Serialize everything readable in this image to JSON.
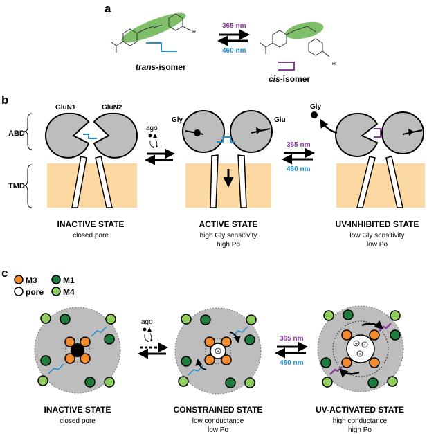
{
  "colors": {
    "gray": "#bdbdbd",
    "membrane": "#fcd9a2",
    "green_highlight": "#7fbf6a",
    "blue": "#1f8fcf",
    "purple": "#8b3d9e",
    "orange": "#f28a2e",
    "dark_green": "#1e7d3c",
    "light_green": "#8fcc5e"
  },
  "panel_a": {
    "label": "a",
    "trans_label_italic": "trans",
    "trans_label_rest": "-isomer",
    "cis_label_italic": "cis",
    "cis_label_rest": "-isomer",
    "uv_wavelength": "365 nm",
    "blue_wavelength": "460 nm",
    "r_group_left": "R",
    "r_group_right": "R"
  },
  "panel_b": {
    "label": "b",
    "side_abd": "ABD",
    "side_tmd": "TMD",
    "subunit_1": "GluN1",
    "subunit_2": "GluN2",
    "ligand_gly_active": "Gly",
    "ligand_glu": "Glu",
    "ligand_gly_released": "Gly",
    "agonist_label": "ago",
    "uv_wavelength": "365 nm",
    "blue_wavelength": "460 nm",
    "states": [
      {
        "title": "INACTIVE STATE",
        "line1": "closed pore",
        "line2": ""
      },
      {
        "title": "ACTIVE STATE",
        "line1": "high Gly sensitivity",
        "line2": "high Po"
      },
      {
        "title": "UV-INHIBITED STATE",
        "line1": "low Gly sensitivity",
        "line2": "low Po"
      }
    ]
  },
  "panel_c": {
    "label": "c",
    "legend": {
      "m3": "M3",
      "m1": "M1",
      "pore": "pore",
      "m4": "M4"
    },
    "agonist_label": "ago",
    "uv_wavelength": "365 nm",
    "blue_wavelength": "460 nm",
    "ion_symbol": "+",
    "states": [
      {
        "title": "INACTIVE STATE",
        "line1": "closed pore",
        "line2": ""
      },
      {
        "title": "CONSTRAINED STATE",
        "line1": "low conductance",
        "line2": "low Po"
      },
      {
        "title": "UV-ACTIVATED STATE",
        "line1": "high conductance",
        "line2": "high Po"
      }
    ]
  }
}
